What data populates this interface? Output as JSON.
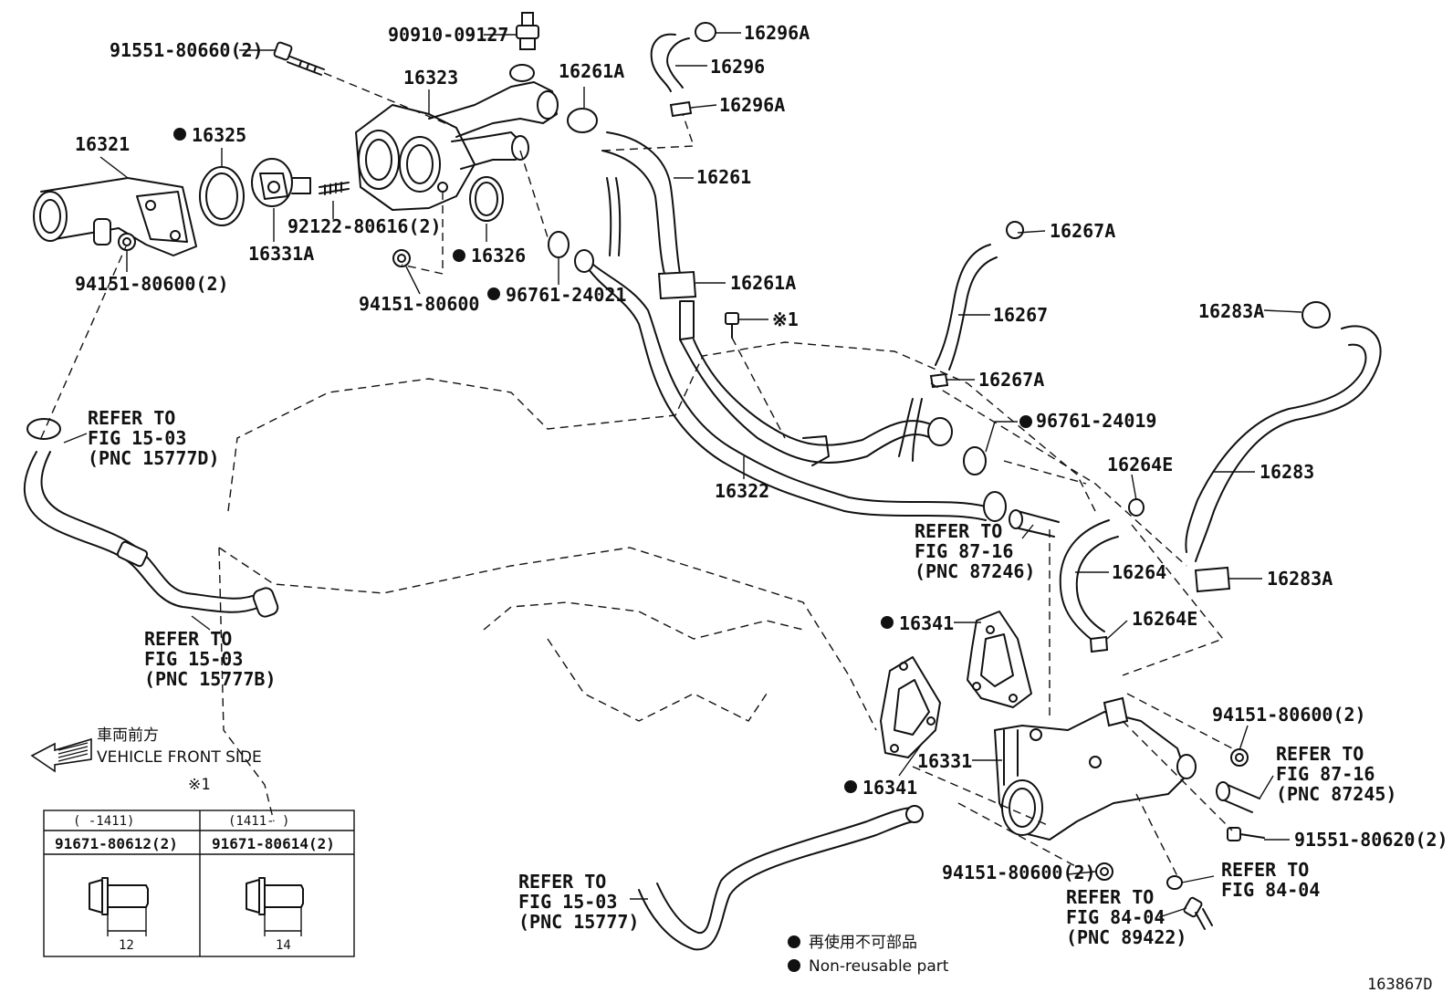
{
  "labels": {
    "p91551_80660": "91551-80660(2)",
    "p90910_09127": "90910-09127",
    "p16296A_top": "16296A",
    "p16296": "16296",
    "p16296A_bottom": "16296A",
    "p16323": "16323",
    "p16261A_top": "16261A",
    "p16321": "16321",
    "p16325": "16325",
    "p16261": "16261",
    "p92122_80616": "92122-80616(2)",
    "p16331A": "16331A",
    "p16326": "16326",
    "p16267A_top": "16267A",
    "p94151_80600_2_left": "94151-80600(2)",
    "p16261A_mid": "16261A",
    "p94151_80600": "94151-80600",
    "p96761_24021": "96761-24021",
    "p16267": "16267",
    "p16283A_top": "16283A",
    "p16267A_mid": "16267A",
    "p96761_24019": "96761-24019",
    "p16264E_top": "16264E",
    "p16283": "16283",
    "p16322": "16322",
    "p16264": "16264",
    "p16283A_bottom": "16283A",
    "p16341_top": "16341",
    "p16264E_bottom": "16264E",
    "p94151_80600_2_right": "94151-80600(2)",
    "p16331": "16331",
    "p16341_bottom": "16341",
    "p91551_80620": "91551-80620(2)",
    "p94151_80600_2_bottom": "94151-80600(2)",
    "x1_marker": "※1"
  },
  "refs": {
    "ref_15777D": [
      "REFER TO",
      "FIG 15-03",
      "(PNC 15777D)"
    ],
    "ref_15777B": [
      "REFER TO",
      "FIG 15-03",
      "(PNC 15777B)"
    ],
    "ref_87246": [
      "REFER TO",
      "FIG 87-16",
      "(PNC 87246)"
    ],
    "ref_87245": [
      "REFER TO",
      "FIG 87-16",
      "(PNC 87245)"
    ],
    "ref_8404": [
      "REFER TO",
      "FIG 84-04"
    ],
    "ref_89422": [
      "REFER TO",
      "FIG 84-04",
      "(PNC 89422)"
    ],
    "ref_15777": [
      "REFER TO",
      "FIG 15-03",
      "(PNC 15777)"
    ]
  },
  "front": {
    "jp": "車両前方",
    "en": "VEHICLE FRONT SIDE"
  },
  "table": {
    "marker": "※1",
    "col1_range": "(   -1411)",
    "col2_range": "(1411-     )",
    "col1_part": "91671-80612(2)",
    "col2_part": "91671-80614(2)",
    "col1_dim": "12",
    "col2_dim": "14"
  },
  "legend": {
    "jp": "再使用不可部品",
    "en": "Non-reusable part"
  },
  "figure_id": "163867D"
}
